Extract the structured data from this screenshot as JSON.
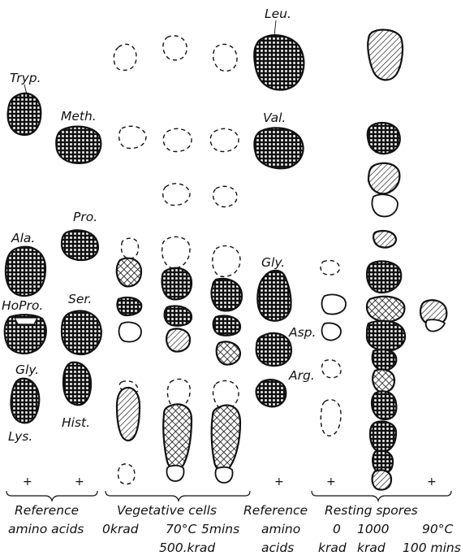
{
  "amino_acid_labels": {
    "tryp": "Tryp.",
    "meth": "Meth.",
    "pro": "Pro.",
    "ala": "Ala.",
    "hopro": "HoPro.",
    "ser": "Ser.",
    "gly_left": "Gly.",
    "hist": "Hist.",
    "lys": "Lys.",
    "leu": "Leu.",
    "val": "Val.",
    "gly_right": "Gly.",
    "asp": "Asp.",
    "arg": "Arg."
  },
  "origin_mark": "+",
  "groups": {
    "reference_left": {
      "line1": "Reference",
      "line2": "amino acids"
    },
    "vegetative": {
      "title": "Vegetative cells",
      "lane1": "0krad",
      "lane2_a": "70°C",
      "lane2_b": "5mins",
      "lane3": "500.krad"
    },
    "reference_right": {
      "line1": "Reference",
      "line2a": "amino",
      "line2b": "acids"
    },
    "resting": {
      "title": "Resting spores",
      "lane1_a": "0",
      "lane1_b": "krad",
      "lane2_a": "1000",
      "lane2_b": "krad",
      "lane3_a": "90°C",
      "lane3_b": "100 mins"
    }
  }
}
